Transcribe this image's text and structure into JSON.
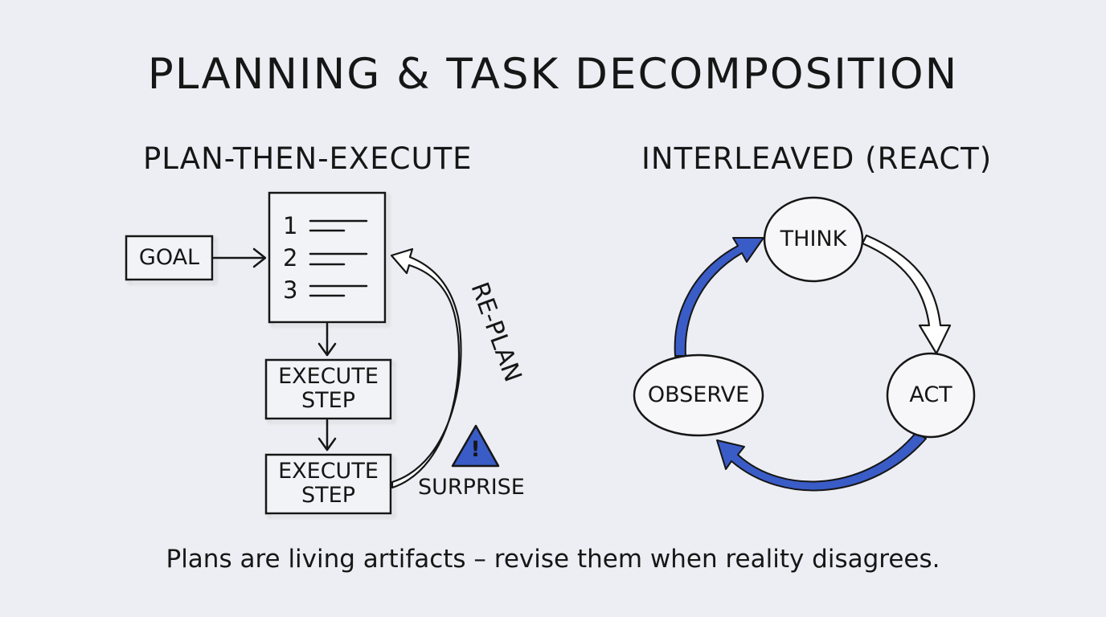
{
  "title": "PLANNING & TASK DECOMPOSITION",
  "left_panel": {
    "heading": "PLAN-THEN-EXECUTE",
    "goal": "GOAL",
    "plan_list": [
      "1",
      "2",
      "3"
    ],
    "steps": [
      {
        "line1": "EXECUTE",
        "line2": "STEP"
      },
      {
        "line1": "EXECUTE",
        "line2": "STEP"
      }
    ],
    "replan_label": "RE-PLAN",
    "surprise_label": "SURPRISE",
    "warning_glyph": "!",
    "warning_icon": "warning-triangle-icon"
  },
  "right_panel": {
    "heading": "INTERLEAVED (REACT)",
    "nodes": {
      "think": "THINK",
      "act": "ACT",
      "observe": "OBSERVE"
    }
  },
  "caption": "Plans are living artifacts – revise them when reality disagrees.",
  "colors": {
    "accent": "#3a5cc7",
    "ink": "#161616",
    "background": "#eceef3"
  }
}
